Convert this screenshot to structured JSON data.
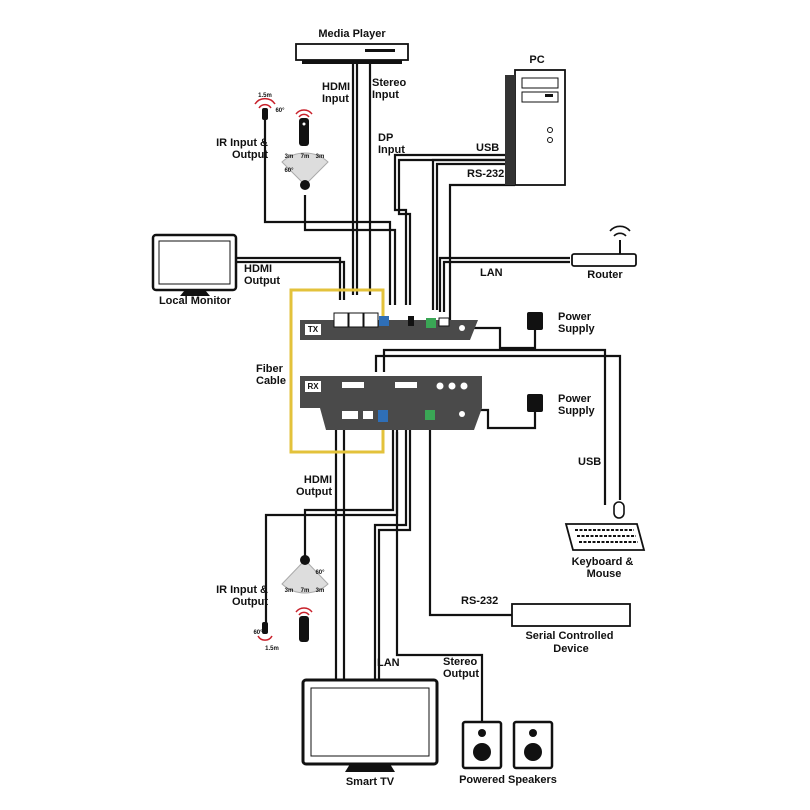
{
  "devices": {
    "media_player": "Media Player",
    "pc": "PC",
    "router": "Router",
    "local_monitor": "Local Monitor",
    "power_supply_tx": "Power\nSupply",
    "power_supply_rx": "Power\nSupply",
    "keyboard_mouse": "Keyboard &\nMouse",
    "serial_device": "Serial Controlled\nDevice",
    "smart_tv": "Smart TV",
    "speakers": "Powered Speakers",
    "tx_badge": "TX",
    "rx_badge": "RX"
  },
  "connections": {
    "hdmi_input": "HDMI\nInput",
    "stereo_input": "Stereo\nInput",
    "dp_input": "DP\nInput",
    "usb_tx": "USB",
    "rs232_tx": "RS-232",
    "lan_tx": "LAN",
    "hdmi_output_local": "HDMI\nOutput",
    "ir_tx": "IR Input &\nOutput",
    "fiber_cable": "Fiber\nCable",
    "usb_rx": "USB",
    "hdmi_output_rx": "HDMI\nOutput",
    "ir_rx": "IR Input &\nOutput",
    "rs232_rx": "RS-232",
    "lan_rx": "LAN",
    "stereo_output": "Stereo\nOutput"
  },
  "ir_specs": {
    "tx_emitter_range": "1.5m",
    "tx_emitter_angle": "60°",
    "tx_receiver_left": "3m",
    "tx_receiver_mid": "7m",
    "tx_receiver_right": "3m",
    "tx_receiver_angle": "60°",
    "rx_receiver_angle": "60°",
    "rx_receiver_left": "3m",
    "rx_receiver_mid": "7m",
    "rx_receiver_right": "3m",
    "rx_emitter_range": "1.5m",
    "rx_emitter_angle": "60°"
  },
  "colors": {
    "fiber": "#e3c23b",
    "device_body": "#4a4a4a",
    "port_blue": "#2f6fb7",
    "port_green": "#3aa655",
    "ir_red": "#c8202a"
  }
}
